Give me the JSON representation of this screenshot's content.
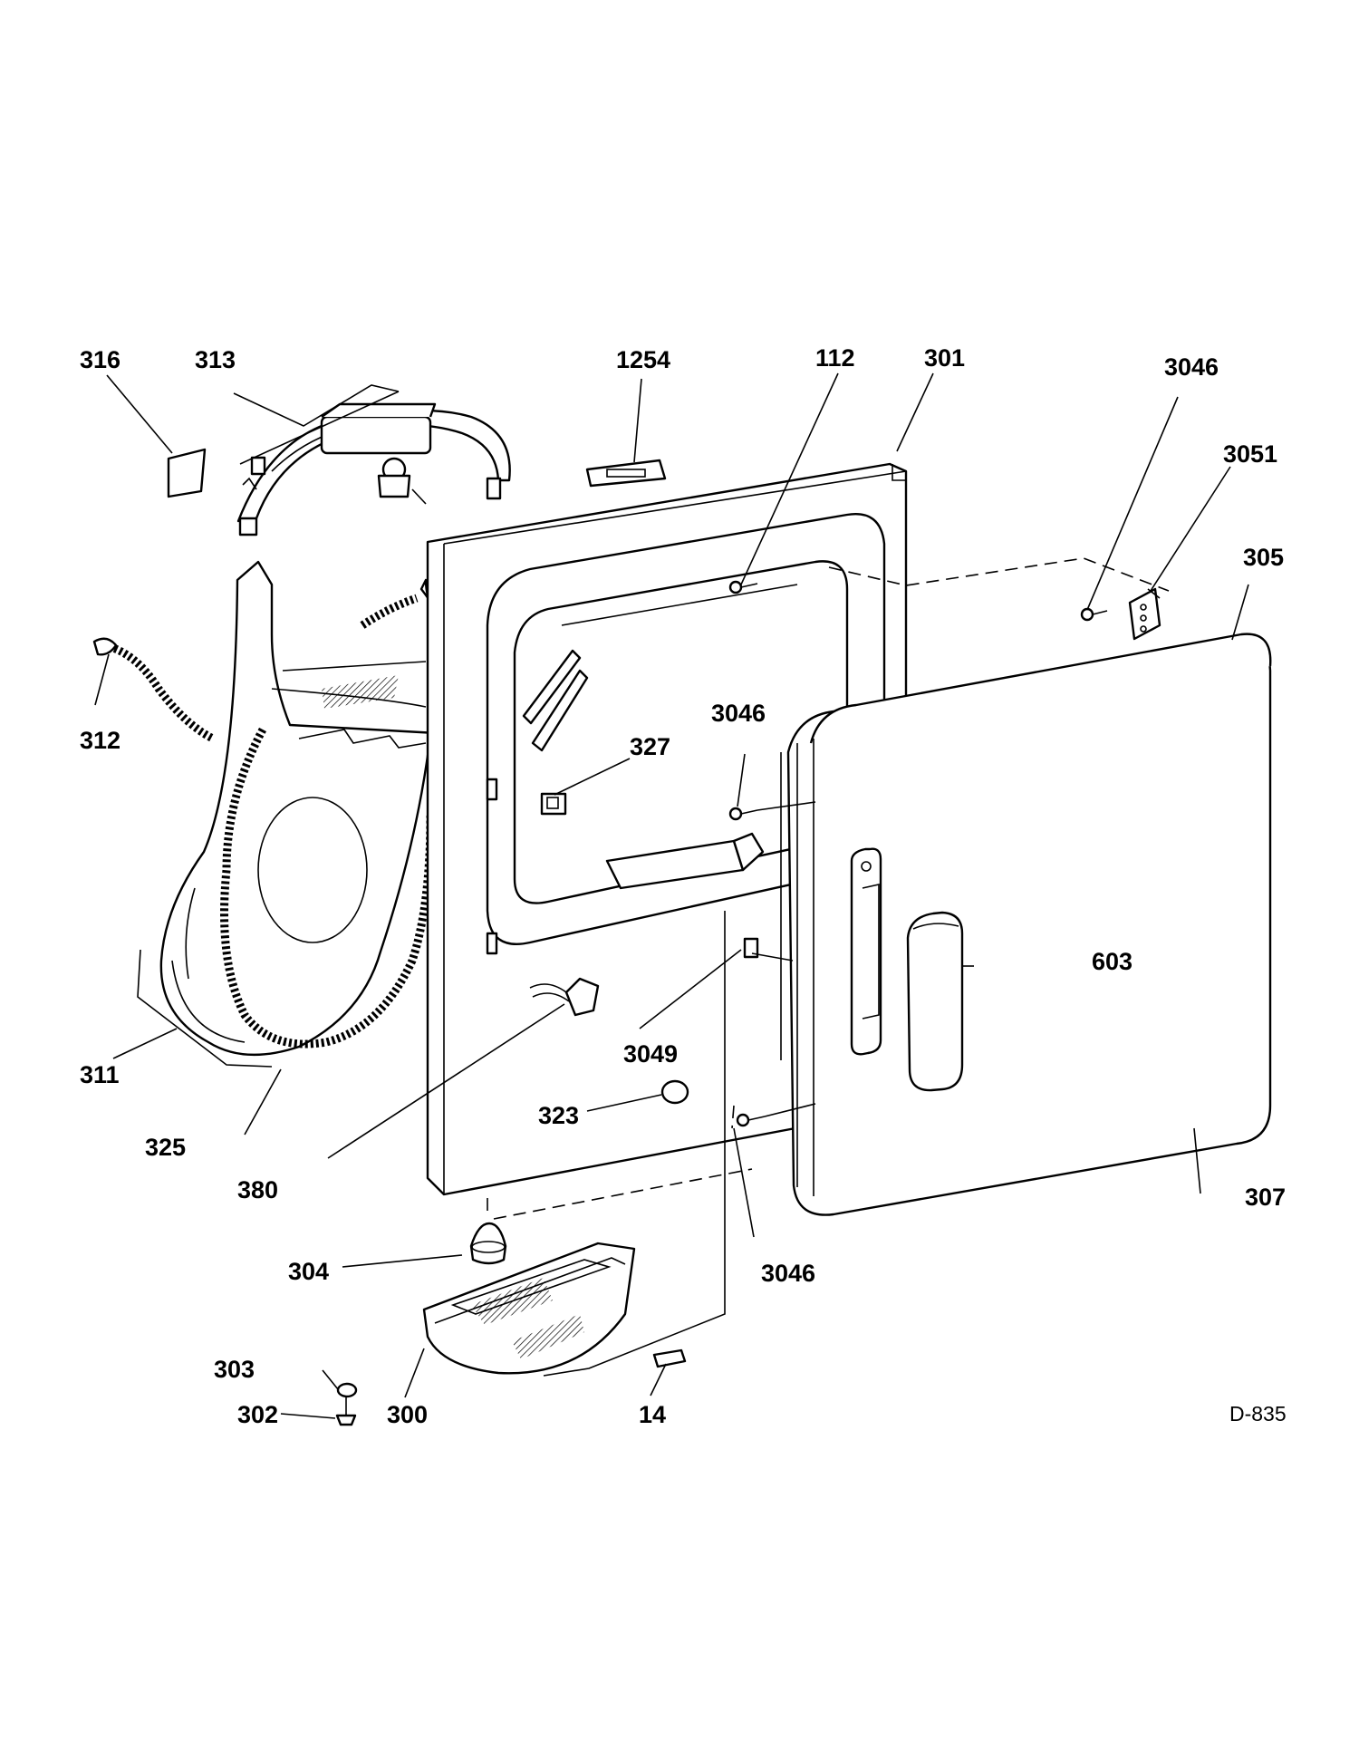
{
  "callouts": {
    "c316": "316",
    "c313": "313",
    "c1254": "1254",
    "c112": "112",
    "c301": "301",
    "c3046a": "3046",
    "c3051": "3051",
    "c305": "305",
    "c312": "312",
    "c327": "327",
    "c3046b": "3046",
    "c603": "603",
    "c311": "311",
    "c3049": "3049",
    "c325": "325",
    "c323": "323",
    "c380": "380",
    "c307": "307",
    "c304": "304",
    "c3046c": "3046",
    "c303": "303",
    "c302": "302",
    "c300": "300",
    "c14": "14"
  },
  "diagram_code": "D-835"
}
